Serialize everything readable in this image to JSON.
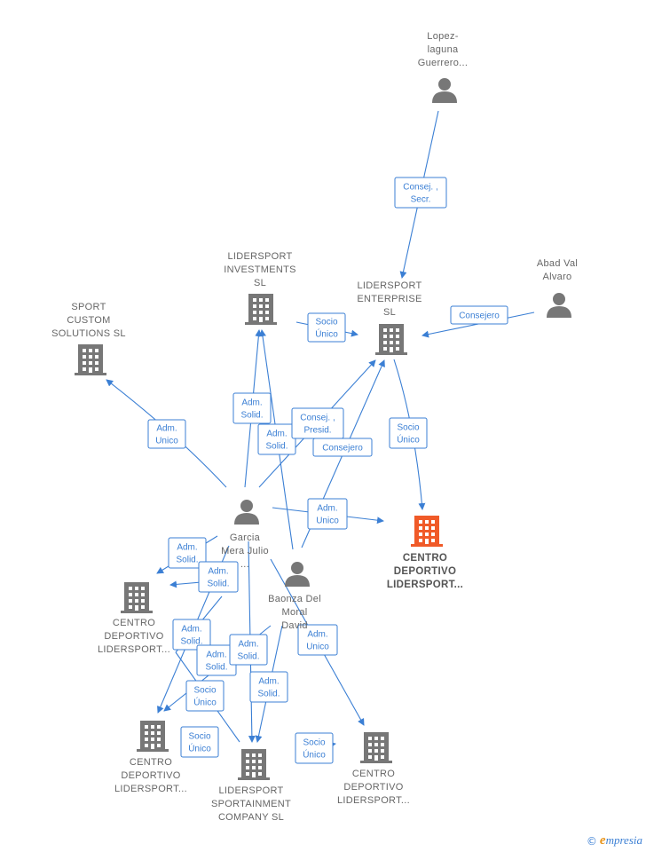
{
  "colors": {
    "edge": "#3b7fd4",
    "company": "#777777",
    "focus_company": "#f05a28",
    "person": "#777777",
    "label": "#666666"
  },
  "nodes": {
    "lopez": {
      "type": "person",
      "lines": [
        "Lopez-",
        "laguna",
        "Guerrero..."
      ]
    },
    "abad": {
      "type": "person",
      "lines": [
        "Abad Val",
        "Alvaro"
      ]
    },
    "lidersport_investments": {
      "type": "company",
      "lines": [
        "LIDERSPORT",
        "INVESTMENTS",
        "SL"
      ]
    },
    "lidersport_enterprise": {
      "type": "company",
      "lines": [
        "LIDERSPORT",
        "ENTERPRISE",
        "SL"
      ]
    },
    "sport_custom": {
      "type": "company",
      "lines": [
        "SPORT",
        "CUSTOM",
        "SOLUTIONS SL"
      ]
    },
    "centro_focus": {
      "type": "company_focus",
      "lines": [
        "CENTRO",
        "DEPORTIVO",
        "LIDERSPORT..."
      ]
    },
    "garcia": {
      "type": "person",
      "lines": [
        "Garcia",
        "Mera Julio",
        "..."
      ]
    },
    "baonza": {
      "type": "person",
      "lines": [
        "Baonza Del",
        "Moral",
        "David"
      ]
    },
    "centro_left": {
      "type": "company",
      "lines": [
        "CENTRO",
        "DEPORTIVO",
        "LIDERSPORT..."
      ]
    },
    "centro_bottom_left": {
      "type": "company",
      "lines": [
        "CENTRO",
        "DEPORTIVO",
        "LIDERSPORT..."
      ]
    },
    "sportainment": {
      "type": "company",
      "lines": [
        "LIDERSPORT",
        "SPORTAINMENT",
        "COMPANY  SL"
      ]
    },
    "centro_bottom_right": {
      "type": "company",
      "lines": [
        "CENTRO",
        "DEPORTIVO",
        "LIDERSPORT..."
      ]
    }
  },
  "edge_labels": [
    {
      "id": "consej_secr",
      "lines": [
        "Consej. ,",
        "Secr."
      ]
    },
    {
      "id": "consejero_abad",
      "lines": [
        "Consejero"
      ]
    },
    {
      "id": "socio_unico_inv",
      "lines": [
        "Socio",
        "Único"
      ]
    },
    {
      "id": "socio_unico_ent",
      "lines": [
        "Socio",
        "Único"
      ]
    },
    {
      "id": "adm_unico_sport",
      "lines": [
        "Adm.",
        "Unico"
      ]
    },
    {
      "id": "adm_solid_inv1",
      "lines": [
        "Adm.",
        "Solid."
      ]
    },
    {
      "id": "adm_solid_inv2",
      "lines": [
        "Adm.",
        "Solid."
      ]
    },
    {
      "id": "consej_presid",
      "lines": [
        "Consej. ,",
        "Presid."
      ]
    },
    {
      "id": "consejero_baonza",
      "lines": [
        "Consejero"
      ]
    },
    {
      "id": "adm_unico_focus",
      "lines": [
        "Adm.",
        "Unico"
      ]
    },
    {
      "id": "adm_solid_left1",
      "lines": [
        "Adm.",
        "Solid."
      ]
    },
    {
      "id": "adm_solid_left2",
      "lines": [
        "Adm.",
        "Solid."
      ]
    },
    {
      "id": "adm_solid_bl1",
      "lines": [
        "Adm.",
        "Solid."
      ]
    },
    {
      "id": "adm_solid_bl2",
      "lines": [
        "Adm.",
        "Solid."
      ]
    },
    {
      "id": "adm_solid_sp1",
      "lines": [
        "Adm.",
        "Solid."
      ]
    },
    {
      "id": "adm_solid_sp2",
      "lines": [
        "Adm.",
        "Solid."
      ]
    },
    {
      "id": "adm_unico_br",
      "lines": [
        "Adm.",
        "Unico"
      ]
    },
    {
      "id": "socio_unico_bl",
      "lines": [
        "Socio",
        "Único"
      ]
    },
    {
      "id": "socio_unico_sp",
      "lines": [
        "Socio",
        "Único"
      ]
    },
    {
      "id": "socio_unico_br",
      "lines": [
        "Socio",
        "Único"
      ]
    }
  ],
  "footer": {
    "copyright": "©",
    "brand_e": "e",
    "brand_rest": "mpresia"
  }
}
